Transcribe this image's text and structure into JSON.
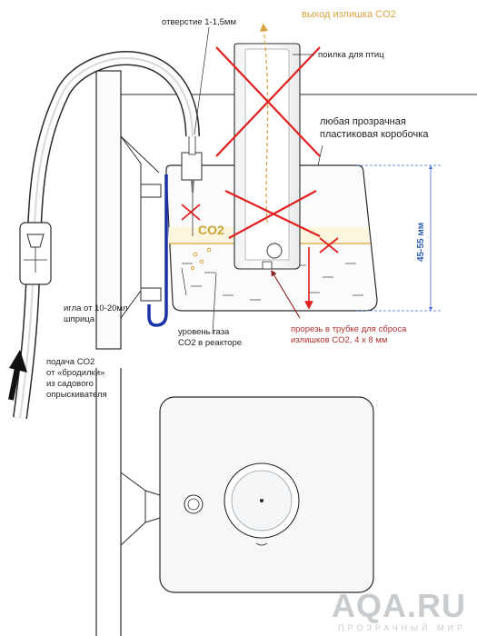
{
  "labels": {
    "hole": "отверстие 1-1,5мм",
    "excess_out": "выход излишка CO2",
    "bird_feeder": "поилка для птиц",
    "box_line1": "любая прозрачная",
    "box_line2": "пластиковая коробочка",
    "co2": "CO2",
    "depth": "45-55 мм",
    "needle_line1": "игла от 10-20мл",
    "needle_line2": "шприца",
    "level_line1": "уровень газа",
    "level_line2": "CO2 в реакторе",
    "slot_line1": "прорезь в трубке для сброса",
    "slot_line2": "излишков CO2, 4 x 8 мм",
    "feed_line1": "подача CO2",
    "feed_line2": "от «бродилки»",
    "feed_line3": "из садового",
    "feed_line4": "опрыскивателя"
  },
  "watermark": {
    "site": "AQA.RU",
    "tagline": "ПРОЗРАЧНЫЙ МИР"
  },
  "colors": {
    "outline": "#2b2b2b",
    "tube_blue": "#1a33a6",
    "cross_red": "#e02020",
    "accent_orange": "#d9a441",
    "measure_blue": "#3f6bd6",
    "arrow_dark_red": "#8a1e1e"
  }
}
